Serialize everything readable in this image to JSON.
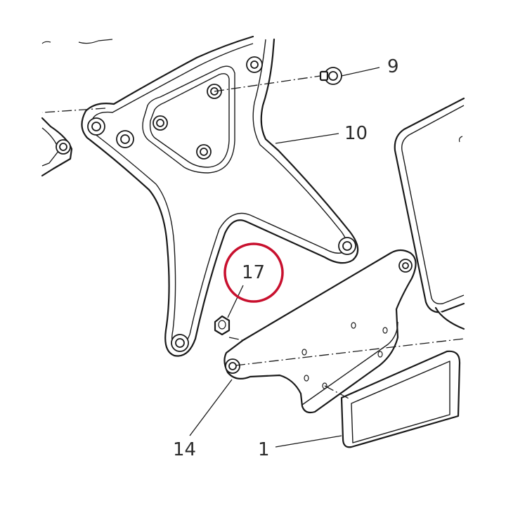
{
  "colors": {
    "line": "#1a1a1a",
    "text": "#2b2b2b",
    "highlight": "#c8102e",
    "background": "#ffffff"
  },
  "callouts": {
    "part_9": "9",
    "part_10": "10",
    "part_17": "17",
    "part_14": "14",
    "part_1": "1"
  },
  "highlighted_callout": "17"
}
